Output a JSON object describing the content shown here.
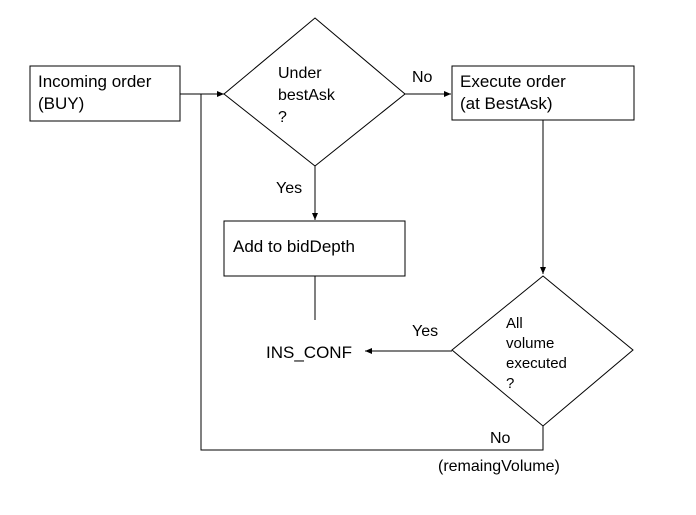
{
  "nodes": {
    "incoming_order": {
      "line1": "Incoming order",
      "line2": "(BUY)"
    },
    "under_best_ask": {
      "line1": "Under",
      "line2": "bestAsk",
      "line3": "?"
    },
    "execute_order": {
      "line1": "Execute order",
      "line2": "(at BestAsk)"
    },
    "add_to_bid_depth": {
      "label": "Add to bidDepth"
    },
    "all_volume_executed": {
      "line1": "All",
      "line2": "volume",
      "line3": "executed",
      "line4": "?"
    },
    "ins_conf": {
      "label": "INS_CONF"
    }
  },
  "edges": {
    "under_to_execute": {
      "label": "No"
    },
    "under_to_add": {
      "label": "Yes"
    },
    "all_to_insconf": {
      "label": "Yes"
    },
    "all_loop_back": {
      "label": "No",
      "note": "(remaingVolume)"
    }
  }
}
